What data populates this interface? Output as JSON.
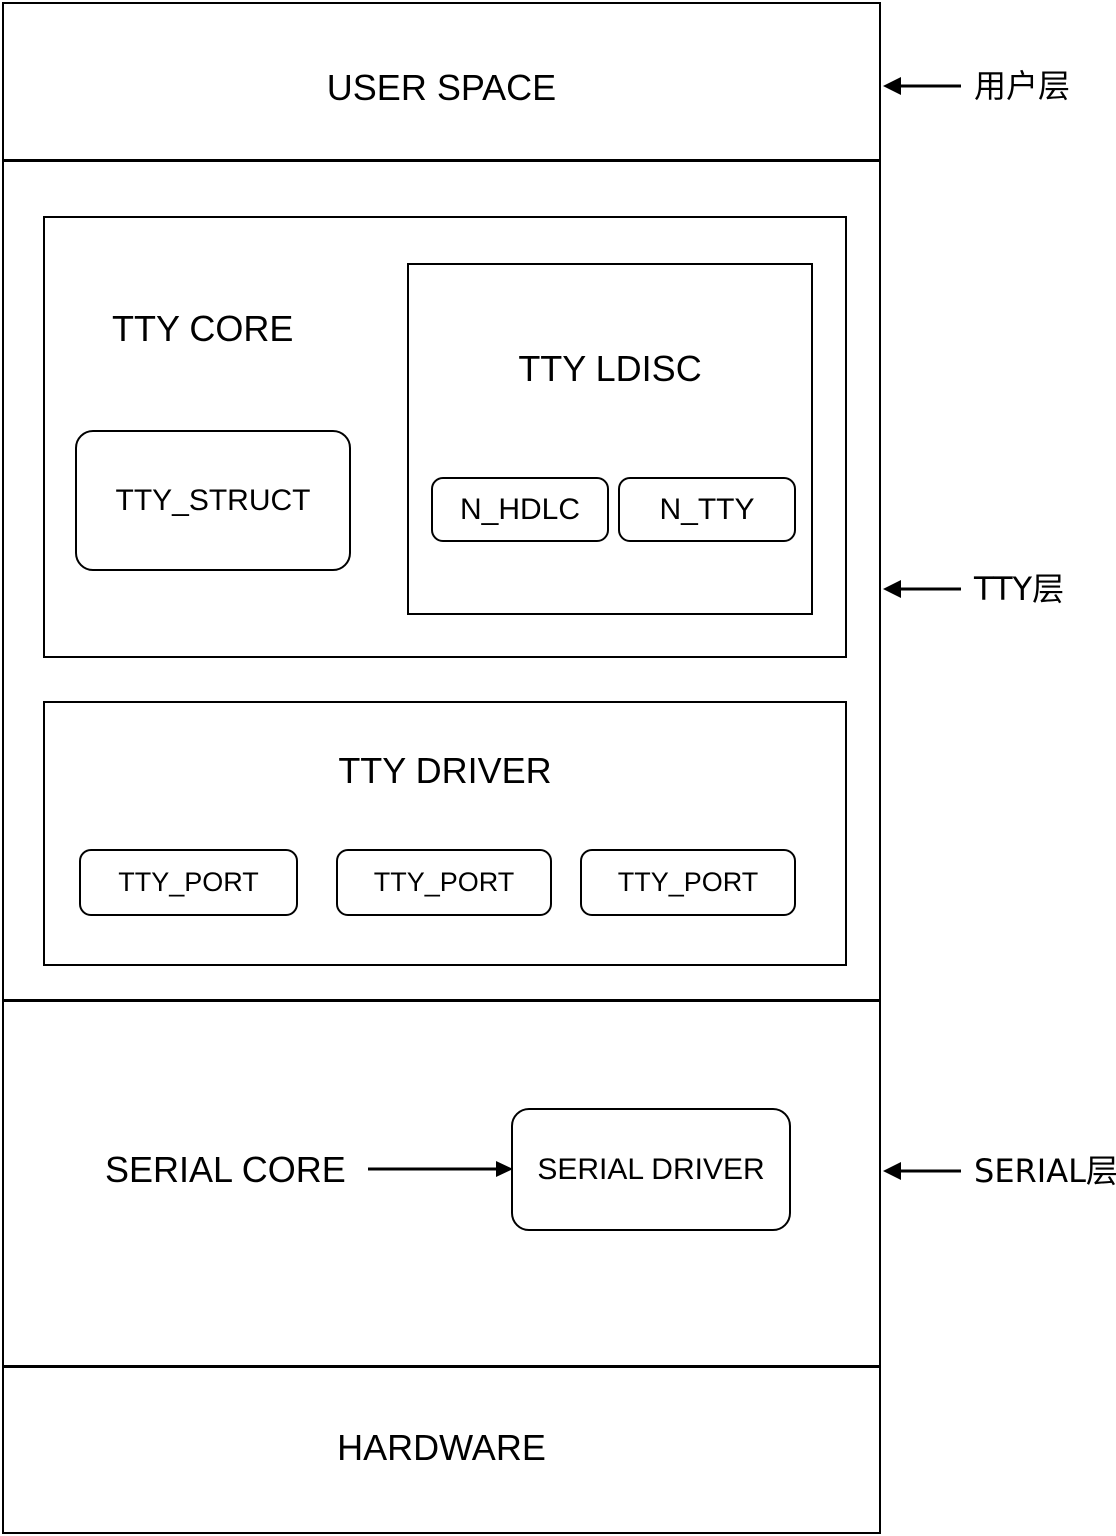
{
  "diagram": {
    "title": "Linux TTY / Serial subsystem layering",
    "background_color": "#ffffff",
    "stroke_color": "#000000"
  },
  "layers": [
    {
      "id": "user-space",
      "label": "USER SPACE",
      "annotation": "用户层"
    },
    {
      "id": "tty",
      "label": "",
      "annotation": "TTY层"
    },
    {
      "id": "serial",
      "label": "",
      "annotation": "SERIAL层"
    },
    {
      "id": "hardware",
      "label": "HARDWARE",
      "annotation": ""
    }
  ],
  "user_space": {
    "label": "USER SPACE"
  },
  "tty_core": {
    "label": "TTY CORE",
    "tty_struct": {
      "label": "TTY_STRUCT"
    },
    "tty_ldisc": {
      "label": "TTY LDISC",
      "disciplines": [
        {
          "label": "N_HDLC"
        },
        {
          "label": "N_TTY"
        }
      ]
    }
  },
  "tty_driver": {
    "label": "TTY DRIVER",
    "ports": [
      {
        "label": "TTY_PORT"
      },
      {
        "label": "TTY_PORT"
      },
      {
        "label": "TTY_PORT"
      }
    ]
  },
  "serial": {
    "core_label": "SERIAL CORE",
    "driver_label": "SERIAL DRIVER",
    "arrow": {
      "from": "SERIAL CORE",
      "to": "SERIAL DRIVER",
      "direction": "right"
    }
  },
  "hardware": {
    "label": "HARDWARE"
  },
  "annotations": [
    {
      "id": "annot-user",
      "label": "用户层",
      "direction": "left"
    },
    {
      "id": "annot-tty",
      "label": "TTY层",
      "direction": "left"
    },
    {
      "id": "annot-serial",
      "label": "SERIAL层",
      "direction": "left"
    }
  ]
}
